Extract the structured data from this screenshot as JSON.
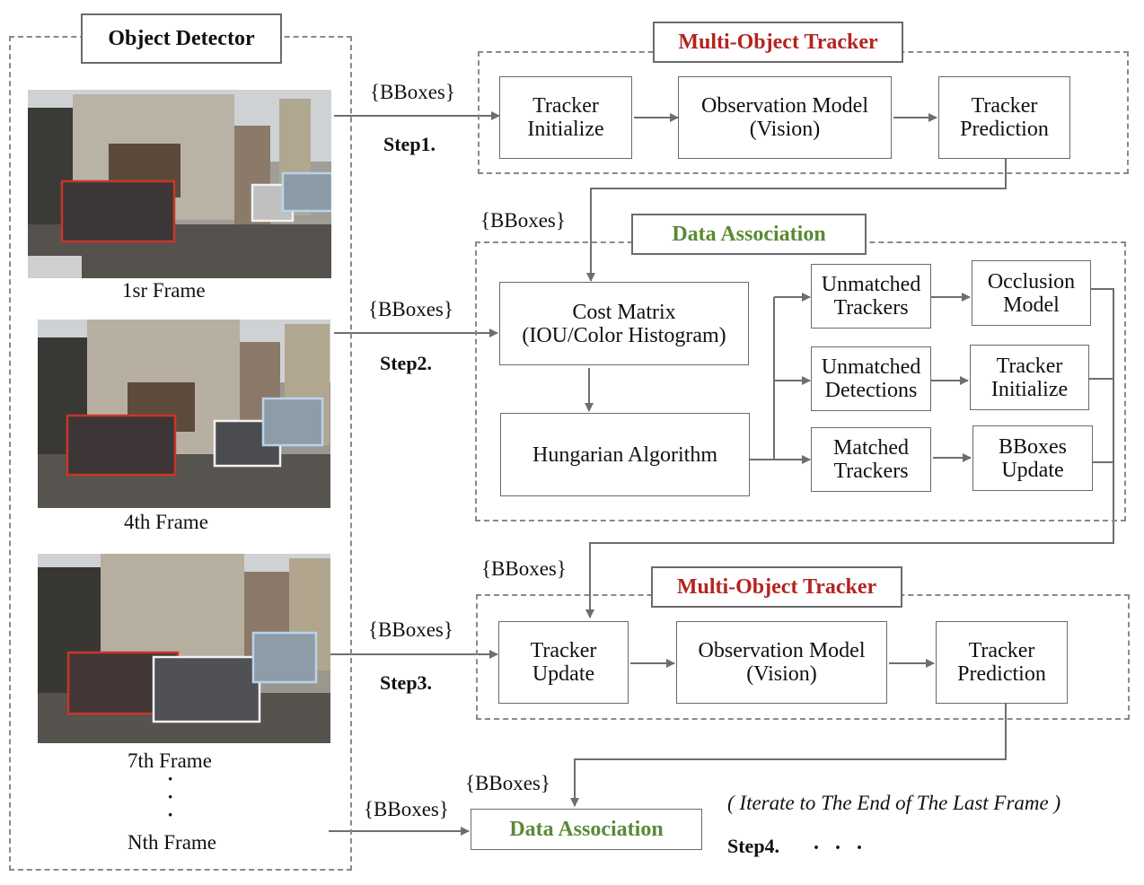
{
  "detector": {
    "title": "Object Detector",
    "frames": [
      {
        "caption": "1sr Frame"
      },
      {
        "caption": "4th Frame"
      },
      {
        "caption": "7th Frame"
      }
    ],
    "dots": "·\n·\n·",
    "last_caption": "Nth Frame"
  },
  "bboxes_label": "{BBoxes}",
  "steps": {
    "step1": "Step1.",
    "step2": "Step2.",
    "step3": "Step3.",
    "step4": "Step4."
  },
  "tracker1": {
    "title": "Multi-Object Tracker",
    "init": "Tracker\nInitialize",
    "obs": "Observation Model\n(Vision)",
    "pred": "Tracker\nPrediction"
  },
  "association": {
    "title": "Data Association",
    "cost": "Cost Matrix\n(IOU/Color Histogram)",
    "hungarian": "Hungarian Algorithm",
    "unmatched_trackers": "Unmatched\nTrackers",
    "unmatched_detections": "Unmatched\nDetections",
    "matched_trackers": "Matched\nTrackers",
    "occlusion": "Occlusion\nModel",
    "tracker_init": "Tracker\nInitialize",
    "bboxes_update": "BBoxes\nUpdate"
  },
  "tracker2": {
    "title": "Multi-Object Tracker",
    "update": "Tracker\nUpdate",
    "obs": "Observation Model\n(Vision)",
    "pred": "Tracker\nPrediction"
  },
  "final_association": "Data Association",
  "iterate_note": "( Iterate to The End of The Last Frame )",
  "ellipsis": ". . .",
  "colors": {
    "tracker_title": "#b4241f",
    "association_title": "#5b8a36",
    "detection_red": "#c8362a",
    "detection_white": "#f2f2f2",
    "detection_blue": "#b9d3ea"
  }
}
